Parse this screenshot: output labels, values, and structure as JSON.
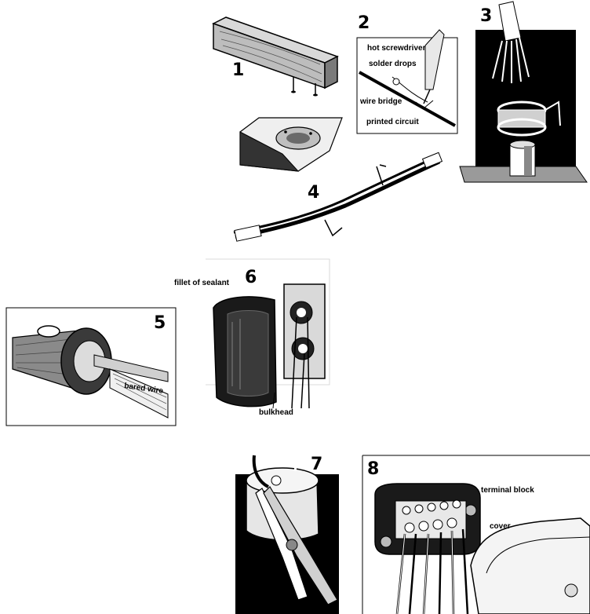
{
  "steps": [
    {
      "number": "1"
    },
    {
      "number": "2",
      "labels": [
        "hot screwdriver",
        "solder drops",
        "wire bridge",
        "printed circuit"
      ]
    },
    {
      "number": "3"
    },
    {
      "number": "4"
    },
    {
      "number": "5",
      "labels": [
        "bared wire"
      ]
    },
    {
      "number": "6",
      "labels": [
        "fillet of sealant",
        "bulkhead"
      ]
    },
    {
      "number": "7"
    },
    {
      "number": "8",
      "labels": [
        "terminal block",
        "cover"
      ]
    }
  ]
}
